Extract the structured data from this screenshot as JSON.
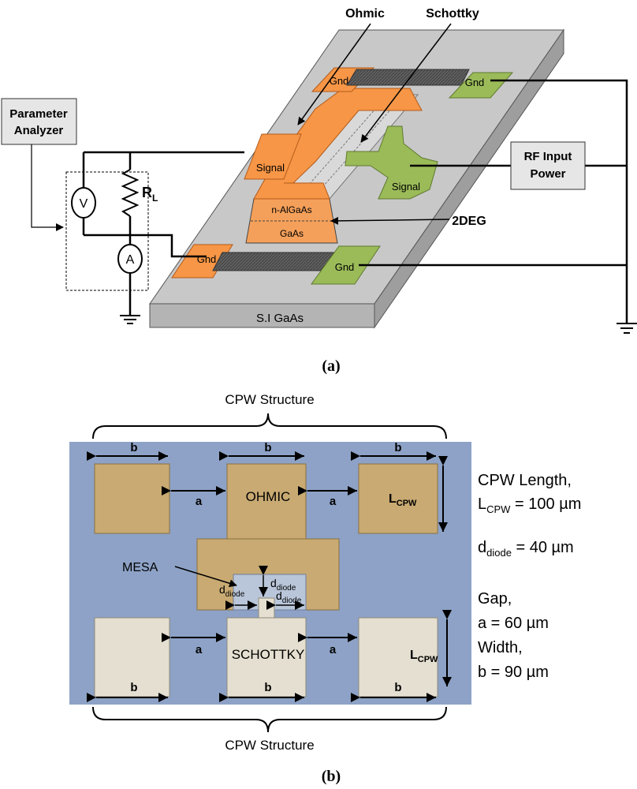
{
  "part_a": {
    "parameter_analyzer": [
      "Parameter",
      "Analyzer"
    ],
    "rf_input_power": [
      "RF Input",
      "Power"
    ],
    "ohmic": "Ohmic",
    "schottky": "Schottky",
    "twodeg": "2DEG",
    "gnd": "Gnd",
    "signal": "Signal",
    "n_algaas": "n-AlGaAs",
    "gaas": "GaAs",
    "substrate": "S.I GaAs",
    "voltmeter": "V",
    "ammeter": "A",
    "resistor": "R",
    "resistor_sub": "L",
    "caption": "(a)"
  },
  "part_b": {
    "cpw_structure": "CPW Structure",
    "b": "b",
    "a": "a",
    "ohmic": "OHMIC",
    "schottky": "SCHOTTKY",
    "mesa": "MESA",
    "d": "d",
    "diode_sub": "diode",
    "l": "L",
    "cpw_sub": "CPW",
    "info": {
      "line1": "CPW Length,",
      "lcpw_eq": " = 100 µm",
      "ddiode_eq": " = 40 µm",
      "gap": "Gap,",
      "gap_eq": "a = 60 µm",
      "width": "Width,",
      "width_eq": "b = 90 µm"
    },
    "caption": "(b)"
  },
  "colors": {
    "ohmic_orange": "#f79646",
    "schottky_green": "#9bbb59",
    "substrate_gray": "#bfbfbf",
    "micrograph_blue": "#8a9fc4",
    "pad_gold": "#c8aa72",
    "pad_light": "#e4dfd0"
  }
}
